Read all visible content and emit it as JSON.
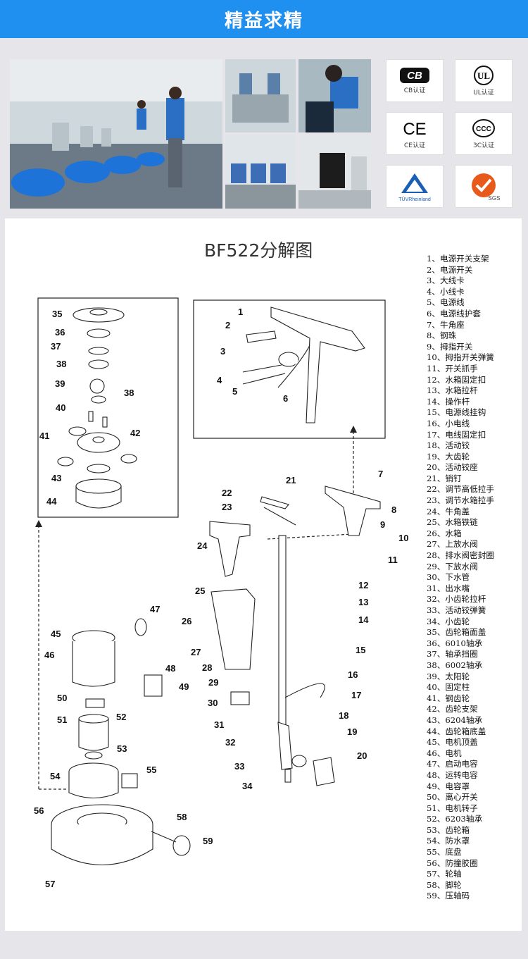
{
  "banner": {
    "title": "精益求精"
  },
  "certs": [
    {
      "icon": "cb-mark-icon",
      "mark": "CB",
      "label": "CB认证"
    },
    {
      "icon": "ul-mark-icon",
      "mark": "UL",
      "label": "UL认证"
    },
    {
      "icon": "ce-mark-icon",
      "mark": "CE",
      "label": "CE认证"
    },
    {
      "icon": "ccc-mark-icon",
      "mark": "CCC",
      "label": "3C认证"
    },
    {
      "icon": "tuv-mark-icon",
      "mark": "TÜVRheinland",
      "label": ""
    },
    {
      "icon": "sgs-mark-icon",
      "mark": "SGS",
      "label": ""
    }
  ],
  "diagram": {
    "title": "BF522分解图"
  },
  "parts": [
    "1、电源开关支架",
    "2、电源开关",
    "3、大线卡",
    "4、小线卡",
    "5、电源线",
    "6、电源线护套",
    "7、牛角座",
    "8、钢珠",
    "9、拇指开关",
    "10、拇指开关弹簧",
    "11、开关抓手",
    "12、水箱固定扣",
    "13、水箱拉杆",
    "14、操作杆",
    "15、电源线挂钩",
    "16、小电线",
    "17、电线固定扣",
    "18、活动铰",
    "19、大齿轮",
    "20、活动铰座",
    "21、销钉",
    "22、调节高低拉手",
    "23、调节水箱拉手",
    "24、牛角盖",
    "25、水箱铁链",
    "26、水箱",
    "27、上放水阀",
    "28、排水阀密封圈",
    "29、下放水阀",
    "30、下水管",
    "31、出水嘴",
    "32、小齿轮拉杆",
    "33、活动铰弹簧",
    "34、小齿轮",
    "35、齿轮箱面盖",
    "36、6010轴承",
    "37、轴承挡圈",
    "38、6002轴承",
    "39、太阳轮",
    "40、固定柱",
    "41、钢齿轮",
    "42、齿轮支架",
    "43、6204轴承",
    "44、齿轮箱底盖",
    "45、电机顶盖",
    "46、电机",
    "47、启动电容",
    "48、运转电容",
    "49、电容罩",
    "50、离心开关",
    "51、电机转子",
    "52、6203轴承",
    "53、齿轮箱",
    "54、防水罩",
    "55、底盘",
    "56、防撞胶圈",
    "57、轮轴",
    "58、脚轮",
    "59、压轴码"
  ],
  "callouts": [
    "1",
    "2",
    "3",
    "4",
    "5",
    "6",
    "7",
    "8",
    "9",
    "10",
    "11",
    "12",
    "13",
    "14",
    "15",
    "16",
    "17",
    "18",
    "19",
    "20",
    "21",
    "22",
    "23",
    "24",
    "25",
    "26",
    "27",
    "28",
    "29",
    "30",
    "31",
    "32",
    "33",
    "34",
    "35",
    "36",
    "37",
    "38",
    "38",
    "39",
    "40",
    "41",
    "42",
    "43",
    "44",
    "45",
    "46",
    "47",
    "48",
    "49",
    "50",
    "51",
    "52",
    "53",
    "54",
    "55",
    "56",
    "57",
    "58",
    "59"
  ]
}
